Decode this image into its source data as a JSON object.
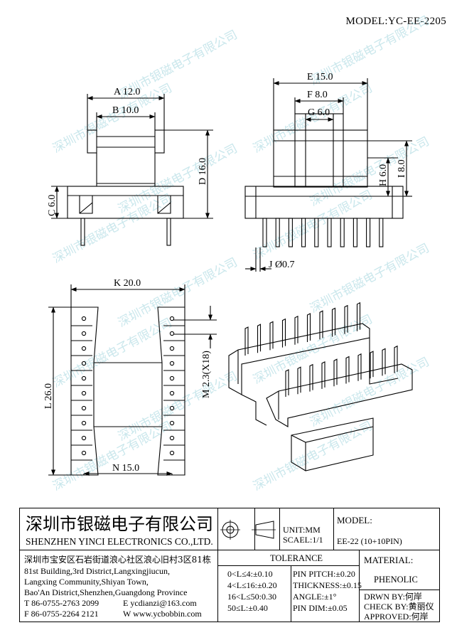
{
  "model_tag": "MODEL:YC-EE-2205",
  "watermark": "深圳市银磁电子有限公司",
  "dimensions": {
    "a": "A 12.0",
    "b": "B 10.0",
    "c": "C 6.0",
    "d": "D 16.0",
    "e": "E 15.0",
    "f": "F 8.0",
    "g": "G 6.0",
    "h": "H 6.0",
    "i": "I 8.0",
    "j": "J Ø0.7",
    "k": "K 20.0",
    "l": "L 26.0",
    "m": "M 2.3(X18)",
    "n": "N 15.0"
  },
  "title_block": {
    "company_cn": "深圳市银磁电子有限公司",
    "company_en": "SHENZHEN YINCI ELECTRONICS CO.,LTD.",
    "address_cn": "深圳市宝安区石岩街道浪心社区浪心旧村3区81栋",
    "address_en": [
      "81st Building,3rd District,Langxingjiucun,",
      "Langxing Community,Shiyan Town,",
      "Bao'An District,Shenzhen,Guangdong Province"
    ],
    "tel": "T 86-0755-2763 2099",
    "email": "E ycdianzi@163.com",
    "fax": "F 86-0755-2264 2121",
    "web": "W www.ycbobbin.com",
    "unit": "UNIT:MM",
    "scale": "SCAEL:1/1",
    "model_label": "MODEL:",
    "model_value": "EE-22 (10+10PIN)",
    "tolerance_title": "TOLERANCE",
    "tolerances": [
      "0<L≤4:±0.10",
      "4<L≤16:±0.20",
      "16<L≤50:0.30",
      "50≤L:±0.40"
    ],
    "specs": [
      "PIN PITCH:±0.20",
      "THICKNESS:±0.15",
      "ANGLE:±1°",
      "PIN DIM:±0.05"
    ],
    "material_label": "MATERIAL:",
    "material_value": "PHENOLIC",
    "drawn_by": "DRWN BY:何岸",
    "check_by": "CHECK BY:黄丽仪",
    "approved": "APPROVED:何岸"
  }
}
